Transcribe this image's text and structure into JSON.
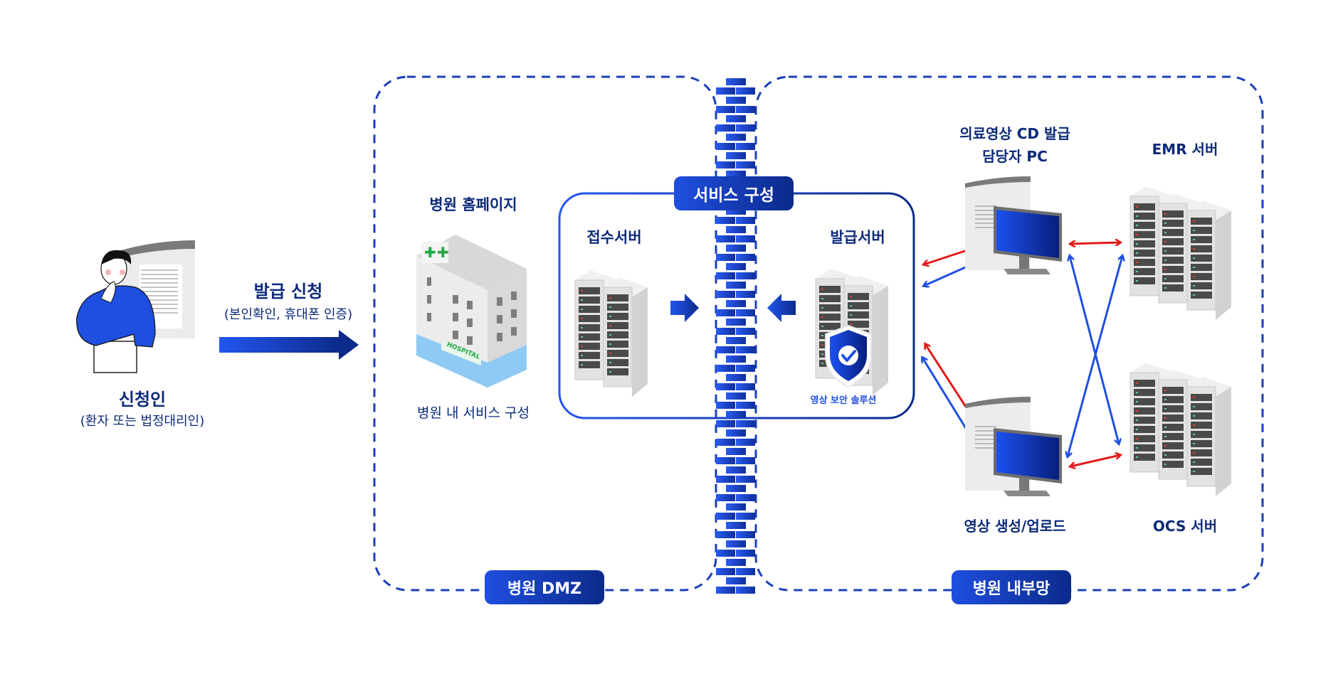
{
  "applicant": {
    "title": "신청인",
    "subtitle": "(환자 또는 법정대리인)"
  },
  "request": {
    "title": "발급 신청",
    "subtitle": "(본인확인, 휴대폰 인증)"
  },
  "dmz": {
    "zone_label": "병원 DMZ",
    "homepage_title": "병원 홈페이지",
    "homepage_caption": "병원 내 서비스 구성",
    "building_sign": "HOSPITAL"
  },
  "service": {
    "badge": "서비스 구성",
    "receive_server": "접수서버",
    "issue_server": "발급서버",
    "security_solution": "영상 보안 솔루션"
  },
  "internal": {
    "zone_label": "병원 내부망",
    "pc_title_line1": "의료영상 CD 발급",
    "pc_title_line2": "담당자 PC",
    "upload_pc": "영상 생성/업로드",
    "emr_server": "EMR 서버",
    "ocs_server": "OCS 서버"
  },
  "colors": {
    "navy": "#0b2a7a",
    "blue": "#1f4fe0",
    "red": "#e31b1b",
    "dash": "#1a3fb8"
  }
}
